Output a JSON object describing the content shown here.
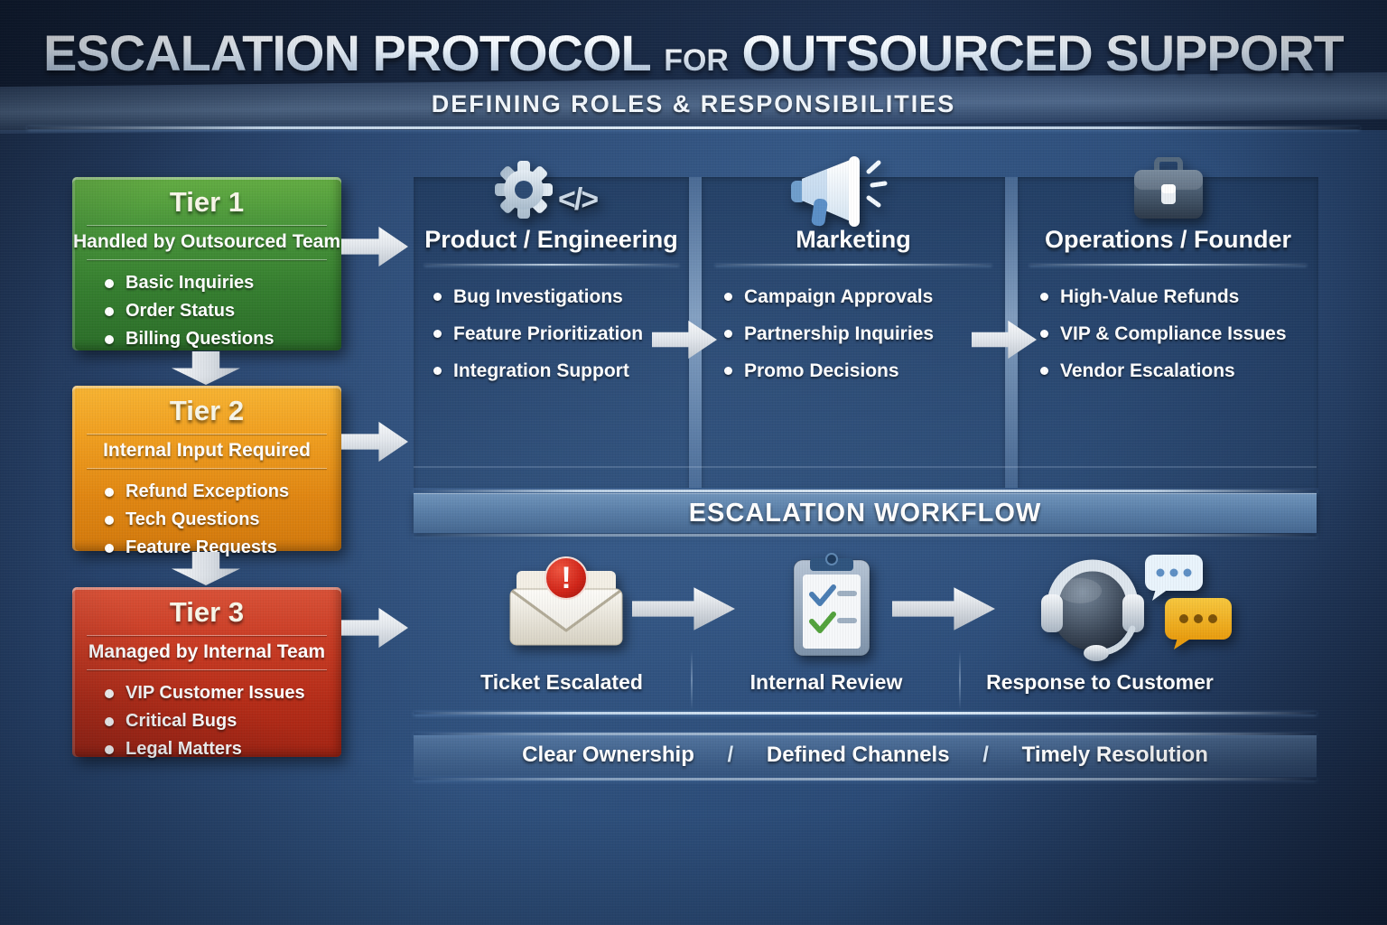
{
  "header": {
    "title": {
      "part1": "ESCALATION PROTOCOL",
      "connector": "FOR",
      "part2": "OUTSOURCED SUPPORT"
    },
    "subtitle": "DEFINING ROLES & RESPONSIBILITIES"
  },
  "tiers": [
    {
      "name": "Tier 1",
      "subtitle": "Handled by Outsourced Team",
      "items": [
        "Basic Inquiries",
        "Order Status",
        "Billing Questions"
      ],
      "color": "#3f8c33"
    },
    {
      "name": "Tier 2",
      "subtitle": "Internal Input Required",
      "items": [
        "Refund Exceptions",
        "Tech Questions",
        "Feature Requests"
      ],
      "color": "#eb9a1c"
    },
    {
      "name": "Tier 3",
      "subtitle": "Managed by Internal Team",
      "items": [
        "VIP Customer Issues",
        "Critical Bugs",
        "Legal Matters"
      ],
      "color": "#bf3420"
    }
  ],
  "departments": [
    {
      "title": "Product / Engineering",
      "icon": "gear-code-icon",
      "code_glyph": "</>",
      "items": [
        "Bug Investigations",
        "Feature Prioritization",
        "Integration Support"
      ]
    },
    {
      "title": "Marketing",
      "icon": "megaphone-icon",
      "items": [
        "Campaign Approvals",
        "Partnership Inquiries",
        "Promo Decisions"
      ]
    },
    {
      "title": "Operations / Founder",
      "icon": "briefcase-icon",
      "items": [
        "High-Value Refunds",
        "VIP & Compliance Issues",
        "Vendor Escalations"
      ]
    }
  ],
  "workflow": {
    "title": "ESCALATION WORKFLOW",
    "steps": [
      {
        "label": "Ticket Escalated",
        "icon": "envelope-alert-icon",
        "badge": "!"
      },
      {
        "label": "Internal Review",
        "icon": "clipboard-check-icon"
      },
      {
        "label": "Response to Customer",
        "icon": "headset-chat-icon"
      }
    ]
  },
  "footer": {
    "separator": "/",
    "items": [
      "Clear Ownership",
      "Defined Channels",
      "Timely Resolution"
    ]
  },
  "colors": {
    "background_blue": "#2d4d79",
    "header_navy": "#16253e",
    "tier1_green": "#3f8c33",
    "tier2_orange": "#eb9a1c",
    "tier3_red": "#bf3420",
    "arrow_silver": "#e4e8ed",
    "workflow_band_blue": "#5a7fa8",
    "alert_red": "#cf2318",
    "check_green": "#53a23c",
    "check_blue": "#4a7db3",
    "bubble_blue": "#e9f4fc",
    "bubble_yellow": "#f0ad22"
  }
}
